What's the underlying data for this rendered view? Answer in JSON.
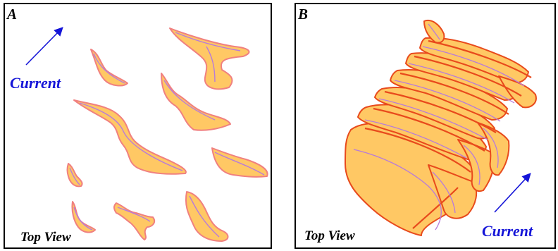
{
  "colors": {
    "frame": "#000000",
    "body_fill": "#ffc864",
    "body_stroke": "#f08080",
    "center_line": "#b87bd9",
    "arrow": "#1414d8",
    "label_blue": "#1414d8",
    "dense_stroke": "#e84a1c"
  },
  "panels": [
    {
      "letter": "A",
      "view_label": "Top View",
      "current_label": "Current",
      "arrow_direction": "up-right",
      "body_layout": "isolated, scattered"
    },
    {
      "letter": "B",
      "view_label": "Top View",
      "current_label": "Current",
      "arrow_direction": "up-right",
      "body_layout": "amalgamated, tightly packed"
    }
  ]
}
